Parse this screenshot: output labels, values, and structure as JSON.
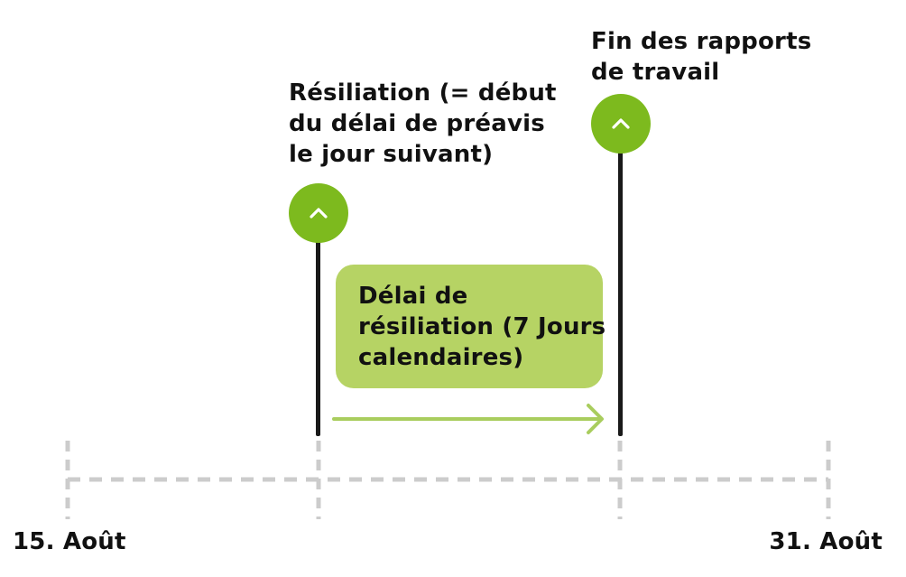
{
  "colors": {
    "marker_green": "#7dba1e",
    "period_green": "#b6d364",
    "arrow_green": "#a9cd5e",
    "dashed_gray": "#cccccc",
    "stem_dark": "#1a1a1a",
    "text": "#111111"
  },
  "markers": {
    "termination": {
      "lines": [
        "Résiliation (= début",
        "du délai de préavis",
        "le jour suivant)"
      ],
      "icon": "chevron-up-icon"
    },
    "end_of_employment": {
      "lines": [
        "Fin des rapports",
        "de travail"
      ],
      "icon": "chevron-up-icon"
    }
  },
  "period": {
    "lines": [
      "Délai de",
      "résiliation (7 Jours",
      "calendaires)"
    ]
  },
  "timeline": {
    "start_label": "15. Août",
    "end_label": "31. Août"
  }
}
